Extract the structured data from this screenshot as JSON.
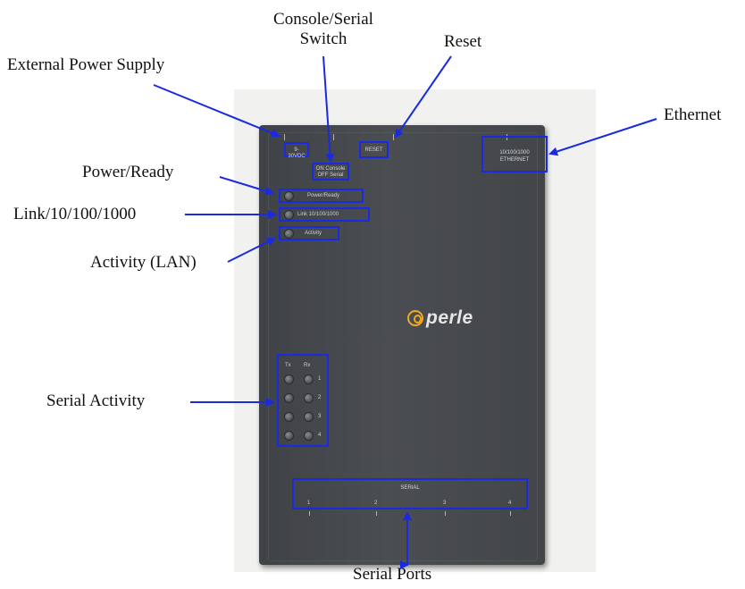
{
  "callouts": {
    "external_power": "External Power Supply",
    "console_switch_line1": "Console/Serial",
    "console_switch_line2": "Switch",
    "reset": "Reset",
    "ethernet": "Ethernet",
    "power_ready": "Power/Ready",
    "link": "Link/10/100/1000",
    "activity_lan": "Activity (LAN)",
    "serial_activity": "Serial Activity",
    "serial_ports": "Serial Ports"
  },
  "device": {
    "power_port": "9-30VDC",
    "switch_line1": "ON Console",
    "switch_line2": "OFF Serial",
    "reset_button": "RESET",
    "ethernet_line1": "10/100/1000",
    "ethernet_line2": "ETHERNET",
    "led_power": "Power/Ready",
    "led_link": "Link 10/100/1000",
    "led_activity": "Activity",
    "tx": "Tx",
    "rx": "Rx",
    "serial_rows": [
      "1",
      "2",
      "3",
      "4"
    ],
    "serial_header": "SERIAL",
    "serial_ports": [
      "1",
      "2",
      "3",
      "4"
    ],
    "logo": "perle"
  },
  "colors": {
    "annotation": "#1a2ae0",
    "device_body": "#45484c",
    "logo_accent": "#f2a81c"
  }
}
